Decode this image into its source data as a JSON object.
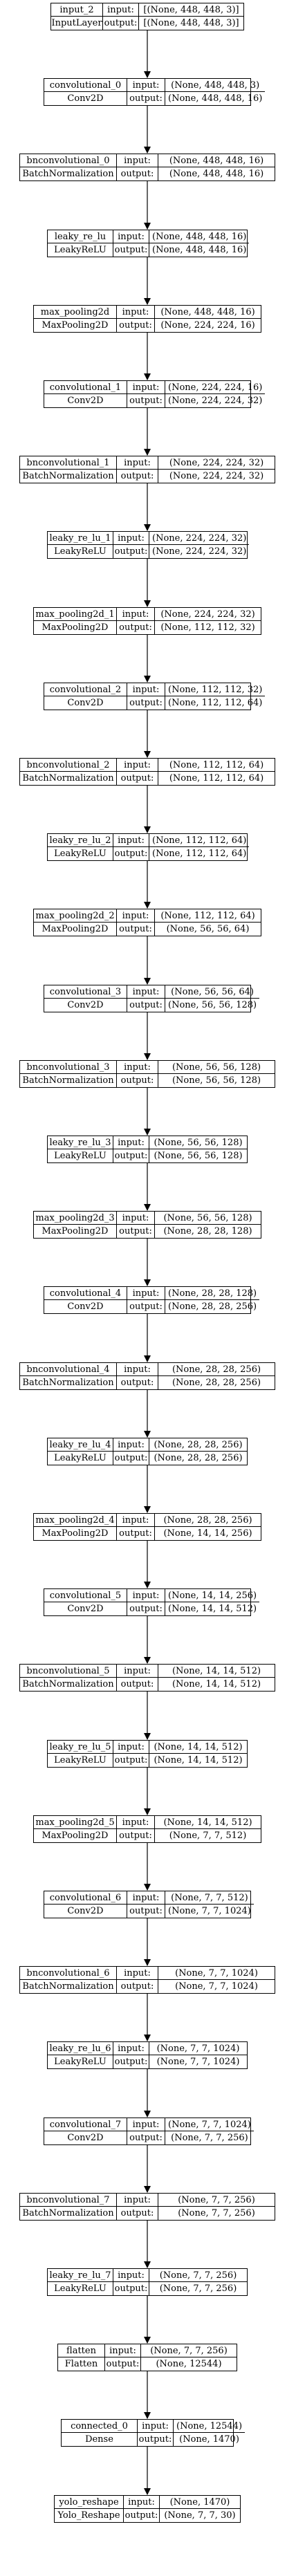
{
  "diagram": {
    "edge_color": "#000000",
    "labels": {
      "input": "input:",
      "output": "output:"
    },
    "nodes": [
      {
        "name": "input_2",
        "type": "InputLayer",
        "input": "[(None, 448, 448, 3)]",
        "output": "[(None, 448, 448, 3)]"
      },
      {
        "name": "convolutional_0",
        "type": "Conv2D",
        "input": "(None, 448, 448, 3)",
        "output": "(None, 448, 448, 16)"
      },
      {
        "name": "bnconvolutional_0",
        "type": "BatchNormalization",
        "input": "(None, 448, 448, 16)",
        "output": "(None, 448, 448, 16)"
      },
      {
        "name": "leaky_re_lu",
        "type": "LeakyReLU",
        "input": "(None, 448, 448, 16)",
        "output": "(None, 448, 448, 16)"
      },
      {
        "name": "max_pooling2d",
        "type": "MaxPooling2D",
        "input": "(None, 448, 448, 16)",
        "output": "(None, 224, 224, 16)"
      },
      {
        "name": "convolutional_1",
        "type": "Conv2D",
        "input": "(None, 224, 224, 16)",
        "output": "(None, 224, 224, 32)"
      },
      {
        "name": "bnconvolutional_1",
        "type": "BatchNormalization",
        "input": "(None, 224, 224, 32)",
        "output": "(None, 224, 224, 32)"
      },
      {
        "name": "leaky_re_lu_1",
        "type": "LeakyReLU",
        "input": "(None, 224, 224, 32)",
        "output": "(None, 224, 224, 32)"
      },
      {
        "name": "max_pooling2d_1",
        "type": "MaxPooling2D",
        "input": "(None, 224, 224, 32)",
        "output": "(None, 112, 112, 32)"
      },
      {
        "name": "convolutional_2",
        "type": "Conv2D",
        "input": "(None, 112, 112, 32)",
        "output": "(None, 112, 112, 64)"
      },
      {
        "name": "bnconvolutional_2",
        "type": "BatchNormalization",
        "input": "(None, 112, 112, 64)",
        "output": "(None, 112, 112, 64)"
      },
      {
        "name": "leaky_re_lu_2",
        "type": "LeakyReLU",
        "input": "(None, 112, 112, 64)",
        "output": "(None, 112, 112, 64)"
      },
      {
        "name": "max_pooling2d_2",
        "type": "MaxPooling2D",
        "input": "(None, 112, 112, 64)",
        "output": "(None, 56, 56, 64)"
      },
      {
        "name": "convolutional_3",
        "type": "Conv2D",
        "input": "(None, 56, 56, 64)",
        "output": "(None, 56, 56, 128)"
      },
      {
        "name": "bnconvolutional_3",
        "type": "BatchNormalization",
        "input": "(None, 56, 56, 128)",
        "output": "(None, 56, 56, 128)"
      },
      {
        "name": "leaky_re_lu_3",
        "type": "LeakyReLU",
        "input": "(None, 56, 56, 128)",
        "output": "(None, 56, 56, 128)"
      },
      {
        "name": "max_pooling2d_3",
        "type": "MaxPooling2D",
        "input": "(None, 56, 56, 128)",
        "output": "(None, 28, 28, 128)"
      },
      {
        "name": "convolutional_4",
        "type": "Conv2D",
        "input": "(None, 28, 28, 128)",
        "output": "(None, 28, 28, 256)"
      },
      {
        "name": "bnconvolutional_4",
        "type": "BatchNormalization",
        "input": "(None, 28, 28, 256)",
        "output": "(None, 28, 28, 256)"
      },
      {
        "name": "leaky_re_lu_4",
        "type": "LeakyReLU",
        "input": "(None, 28, 28, 256)",
        "output": "(None, 28, 28, 256)"
      },
      {
        "name": "max_pooling2d_4",
        "type": "MaxPooling2D",
        "input": "(None, 28, 28, 256)",
        "output": "(None, 14, 14, 256)"
      },
      {
        "name": "convolutional_5",
        "type": "Conv2D",
        "input": "(None, 14, 14, 256)",
        "output": "(None, 14, 14, 512)"
      },
      {
        "name": "bnconvolutional_5",
        "type": "BatchNormalization",
        "input": "(None, 14, 14, 512)",
        "output": "(None, 14, 14, 512)"
      },
      {
        "name": "leaky_re_lu_5",
        "type": "LeakyReLU",
        "input": "(None, 14, 14, 512)",
        "output": "(None, 14, 14, 512)"
      },
      {
        "name": "max_pooling2d_5",
        "type": "MaxPooling2D",
        "input": "(None, 14, 14, 512)",
        "output": "(None, 7, 7, 512)"
      },
      {
        "name": "convolutional_6",
        "type": "Conv2D",
        "input": "(None, 7, 7, 512)",
        "output": "(None, 7, 7, 1024)"
      },
      {
        "name": "bnconvolutional_6",
        "type": "BatchNormalization",
        "input": "(None, 7, 7, 1024)",
        "output": "(None, 7, 7, 1024)"
      },
      {
        "name": "leaky_re_lu_6",
        "type": "LeakyReLU",
        "input": "(None, 7, 7, 1024)",
        "output": "(None, 7, 7, 1024)"
      },
      {
        "name": "convolutional_7",
        "type": "Conv2D",
        "input": "(None, 7, 7, 1024)",
        "output": "(None, 7, 7, 256)"
      },
      {
        "name": "bnconvolutional_7",
        "type": "BatchNormalization",
        "input": "(None, 7, 7, 256)",
        "output": "(None, 7, 7, 256)"
      },
      {
        "name": "leaky_re_lu_7",
        "type": "LeakyReLU",
        "input": "(None, 7, 7, 256)",
        "output": "(None, 7, 7, 256)"
      },
      {
        "name": "flatten",
        "type": "Flatten",
        "input": "(None, 7, 7, 256)",
        "output": "(None, 12544)"
      },
      {
        "name": "connected_0",
        "type": "Dense",
        "input": "(None, 12544)",
        "output": "(None, 1470)"
      },
      {
        "name": "yolo_reshape",
        "type": "Yolo_Reshape",
        "input": "(None, 1470)",
        "output": "(None, 7, 7, 30)"
      }
    ]
  }
}
